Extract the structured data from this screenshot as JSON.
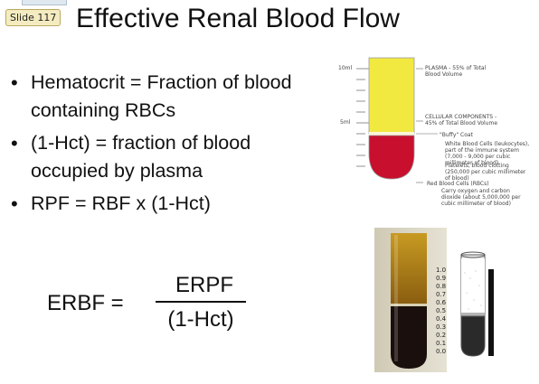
{
  "slide_label": "Slide 117",
  "title": "Effective Renal Blood Flow",
  "bullets": [
    "Hematocrit = Fraction of blood containing RBCs",
    "(1-Hct) = fraction of blood occupied by plasma",
    "RPF = RBF x (1-Hct)"
  ],
  "formula": {
    "lhs": "ERBF =",
    "numerator": "ERPF",
    "denominator": "(1-Hct)"
  },
  "diagram_tube": {
    "scale_top": "10ml",
    "scale_mid": "5ml",
    "plasma_label": "PLASMA - 55% of Total Blood Volume",
    "cellular_label": "CELLULAR COMPONENTS - 45% of Total Blood Volume",
    "buffy_label": "\"Buffy\" Coat",
    "wbc_label": "White Blood Cells (leukocytes), part of the immune system (7,000 - 9,000 per cubic millimeter of blood)",
    "platelets_label": "Platelets, blood clotting (250,000 per cubic millimeter of blood)",
    "rbc_label": "Red Blood Cells (RBCs)",
    "rbc_desc": "Carry oxygen and carbon dioxide (about 5,000,000 per cubic millimeter of blood)",
    "colors": {
      "plasma": "#f2e940",
      "rbc": "#c8102e"
    }
  },
  "scale_tube": {
    "ticks": [
      "1.0",
      "0.9",
      "0.8",
      "0.7",
      "0.6",
      "0.5",
      "0.4",
      "0.3",
      "0.2",
      "0.1",
      "0.0"
    ]
  }
}
